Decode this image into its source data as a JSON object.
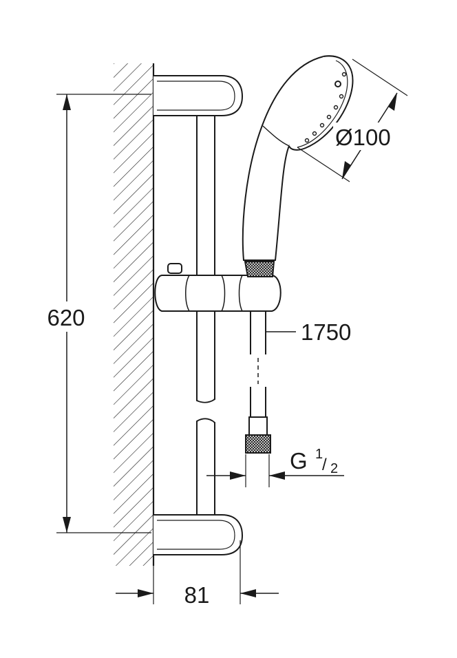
{
  "dimensions": {
    "height_label": "620",
    "depth_label": "81",
    "hose_length_label": "1750",
    "head_diameter_label": "Ø100",
    "thread": {
      "prefix": "G",
      "numerator": "1",
      "denominator": "2"
    }
  }
}
